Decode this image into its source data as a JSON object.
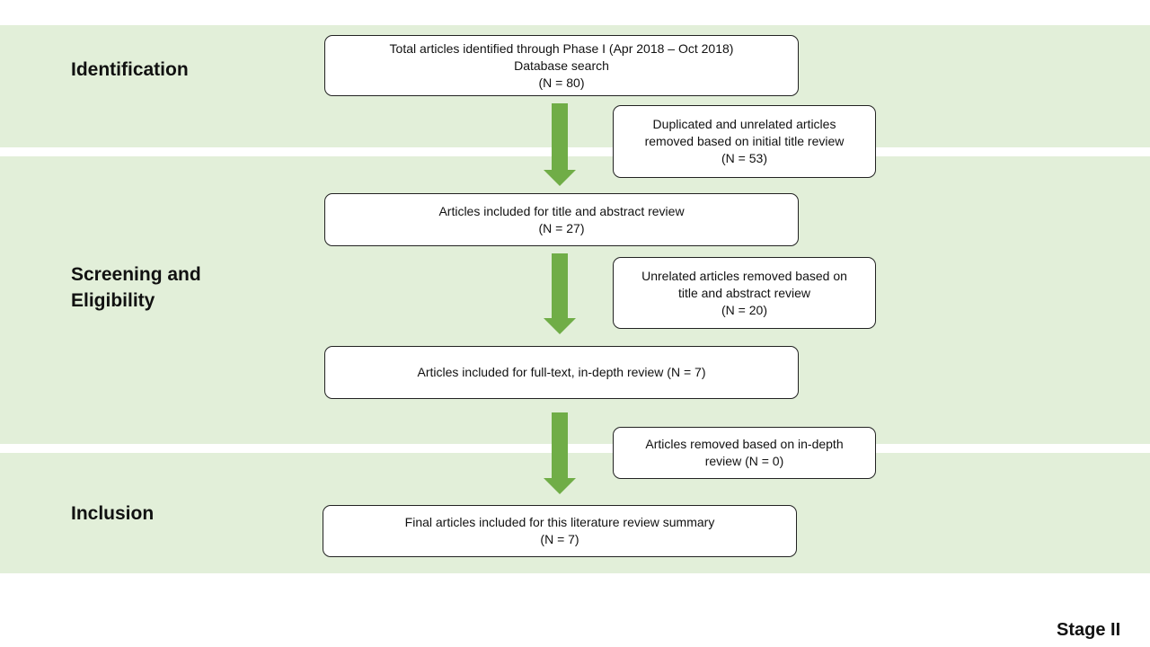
{
  "stages": {
    "identification": "Identification",
    "screening": "Screening and\nEligibility",
    "inclusion": "Inclusion"
  },
  "boxes": {
    "total": {
      "line1": "Total articles identified through  Phase I (Apr 2018 – Oct 2018)",
      "line2": "Database search",
      "line3": "(N = 80)"
    },
    "duplicated": {
      "line1": "Duplicated and unrelated articles",
      "line2": "removed  based on initial title review",
      "line3": "(N = 53)"
    },
    "title_abstract": {
      "line1": "Articles included for title and abstract review",
      "line2": "(N = 27)"
    },
    "unrelated": {
      "line1": "Unrelated articles removed  based on",
      "line2": "title and abstract review",
      "line3": "(N = 20)"
    },
    "full_text": {
      "line1": "Articles included for full-text, in-depth review (N = 7)"
    },
    "removed_in_depth": {
      "line1": "Articles removed  based on  in-depth",
      "line2": "review  (N = 0)"
    },
    "final": {
      "line1": "Final articles included for this literature review summary",
      "line2": "(N = 7)"
    }
  },
  "footer": {
    "stage": "Stage II"
  },
  "colors": {
    "band": "#e2efd9",
    "arrow": "#70ad47",
    "box_border": "#222222"
  }
}
